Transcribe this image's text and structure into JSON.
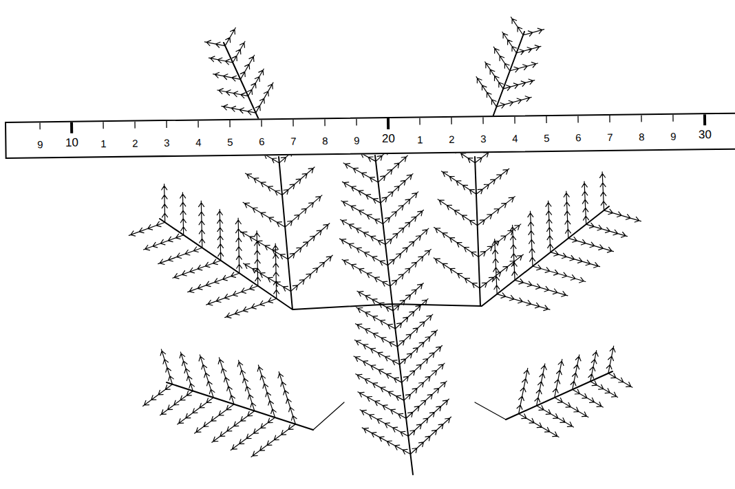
{
  "diagram": {
    "labels": [
      "9",
      "10",
      "1",
      "2",
      "3",
      "4",
      "5",
      "6",
      "7",
      "8",
      "9",
      "20",
      "1",
      "2",
      "3",
      "4",
      "5",
      "6",
      "7",
      "8",
      "9",
      "30"
    ]
  }
}
